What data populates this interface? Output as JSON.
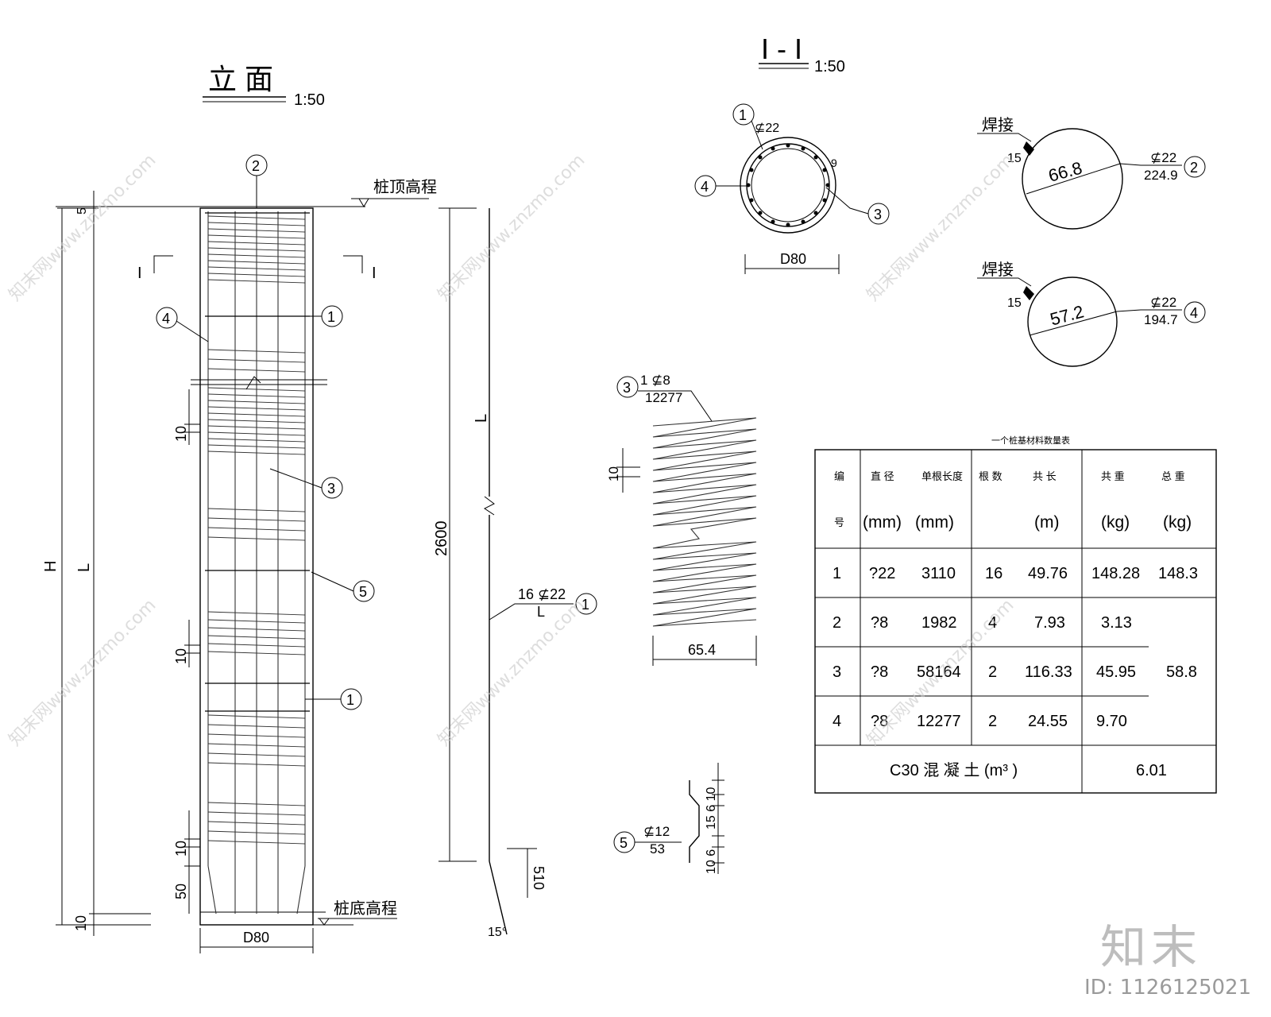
{
  "elevation": {
    "title": "立 面",
    "scale": "1:50",
    "top_elevation_label": "桩顶高程",
    "bottom_elevation_label": "桩底高程",
    "section_mark": "I",
    "dim_H": "H",
    "dim_L": "L",
    "dim_2600": "2600",
    "dim_5": "5",
    "dim_10_top": "10",
    "dim_10_mid": "10",
    "dim_10_low": "10",
    "dim_50": "50",
    "dim_10_base": "10",
    "dim_D80": "D80",
    "dim_510": "510",
    "dim_15deg": "15°",
    "callouts": [
      "②",
      "④",
      "①",
      "③",
      "⑤",
      "①"
    ],
    "rebar1_label_top": "16 ⊈22",
    "rebar1_label_bottom": "L"
  },
  "section": {
    "title": "I - I",
    "scale": "1:50",
    "rebar1_label": "⊈22",
    "dim_D80": "D80",
    "dim_9": "9",
    "callout_1": "1",
    "callout_3": "3",
    "callout_4": "4"
  },
  "ring2": {
    "weld": "焊接",
    "weld_len": "15",
    "diameter": "66.8",
    "spec": "⊈22",
    "length": "224.9",
    "callout": "2"
  },
  "ring4": {
    "weld": "焊接",
    "weld_len": "15",
    "diameter": "57.2",
    "spec": "⊈22",
    "length": "194.7",
    "callout": "4"
  },
  "spiral": {
    "callout": "3",
    "spec": "1 ⊈8",
    "length": "12277",
    "pitch": "10",
    "width": "65.4"
  },
  "spacer": {
    "callout": "5",
    "spec": "⊈12",
    "length": "53",
    "dims_upper": "15 6 10",
    "dims_lower": "10 6"
  },
  "table": {
    "title": "一个桩基材料数量表",
    "headers_row1": [
      "编",
      "直 径",
      "单根长度",
      "根 数",
      "共 长",
      "共 重",
      "总 重"
    ],
    "headers_row2": [
      "号",
      "(mm)",
      "(mm)",
      "",
      "(m)",
      "(kg)",
      "(kg)"
    ],
    "rows": [
      [
        "1",
        "?22",
        "3110",
        "16",
        "49.76",
        "148.28",
        "148.3"
      ],
      [
        "2",
        "?8",
        "1982",
        "4",
        "7.93",
        "3.13",
        ""
      ],
      [
        "3",
        "?8",
        "58164",
        "2",
        "116.33",
        "45.95",
        "58.8"
      ],
      [
        "4",
        "?8",
        "12277",
        "2",
        "24.55",
        "9.70",
        ""
      ]
    ],
    "concrete_label": "C30 混 凝 土 (m³ )",
    "concrete_value": "6.01"
  },
  "watermark": {
    "text": "知末网www.znzmo.com",
    "brand": "知末",
    "id": "ID: 1126125021"
  }
}
